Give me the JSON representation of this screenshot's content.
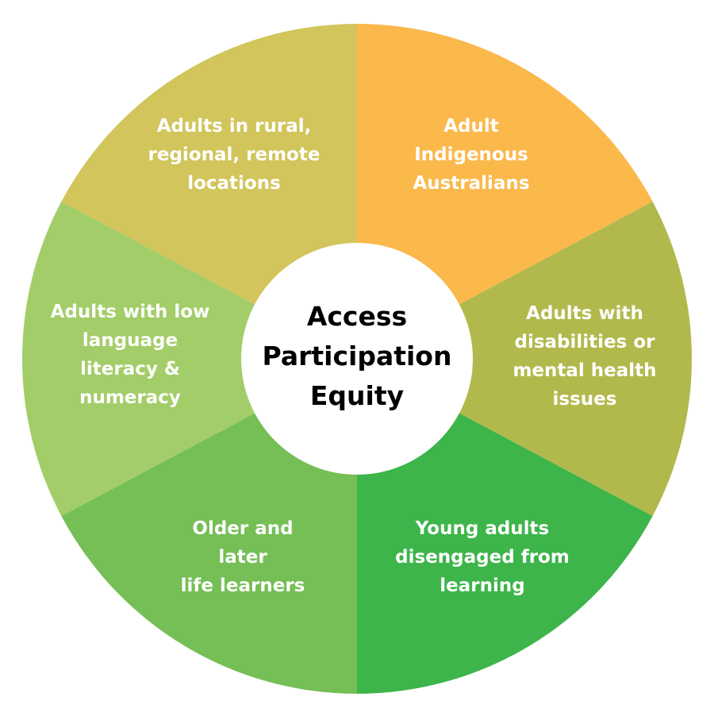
{
  "diagram": {
    "center": {
      "lines": [
        "Access",
        "Participation",
        "Equity"
      ],
      "color": "#ffffff",
      "text_color": "#000000"
    },
    "segments": [
      {
        "id": "indigenous",
        "lines": [
          "Adult",
          "Indigenous",
          "Australians"
        ],
        "color": "#fbb84b"
      },
      {
        "id": "disabilities",
        "lines": [
          "Adults with",
          "disabilities or",
          "mental health",
          "issues"
        ],
        "color": "#b2b94c"
      },
      {
        "id": "young-adults",
        "lines": [
          "Young adults",
          "disengaged from",
          "learning"
        ],
        "color": "#3db54a"
      },
      {
        "id": "older-learners",
        "lines": [
          "Older and",
          "later",
          "life learners"
        ],
        "color": "#75bf56"
      },
      {
        "id": "low-literacy",
        "lines": [
          "Adults with low",
          "language",
          "literacy &",
          "numeracy"
        ],
        "color": "#a3cd68"
      },
      {
        "id": "rural",
        "lines": [
          "Adults in rural,",
          "regional, remote",
          "locations"
        ],
        "color": "#d1c55b"
      }
    ]
  }
}
